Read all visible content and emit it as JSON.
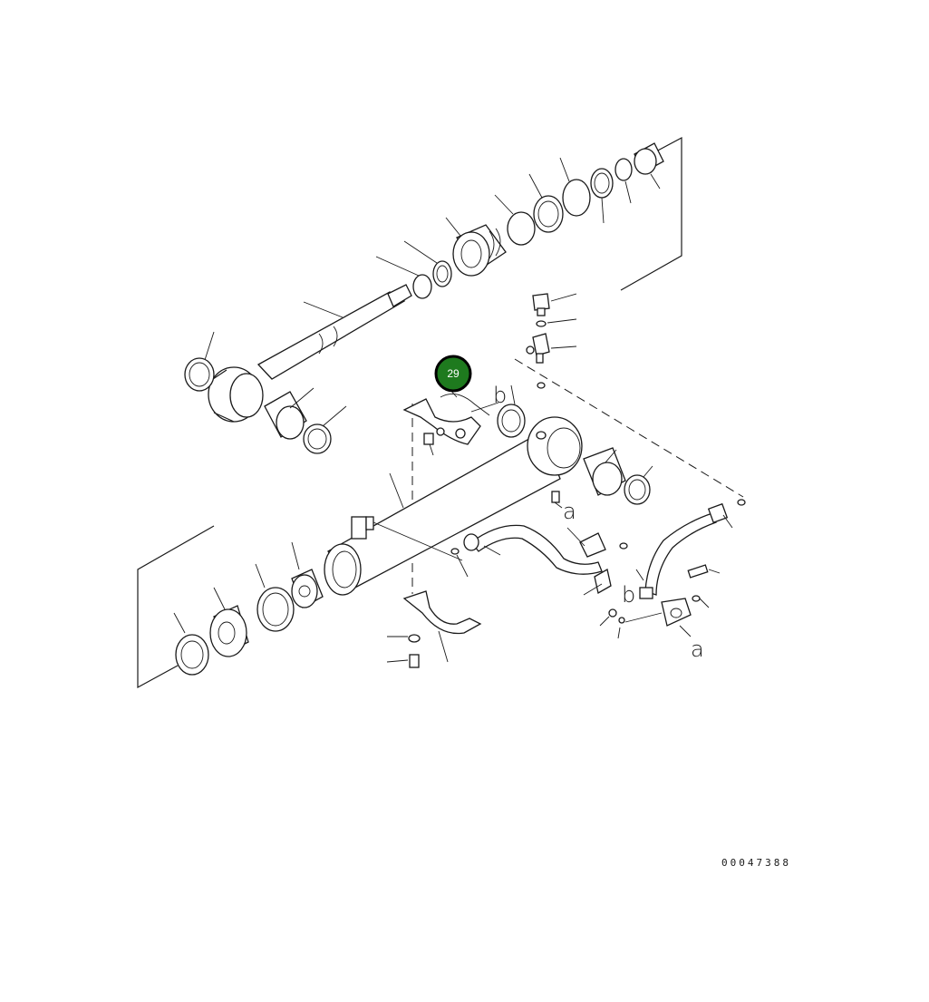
{
  "callout": {
    "number": "29",
    "color": "#1e7a1e"
  },
  "reference_letters": {
    "a": "a",
    "b": "b"
  },
  "drawing_number": "00047388"
}
